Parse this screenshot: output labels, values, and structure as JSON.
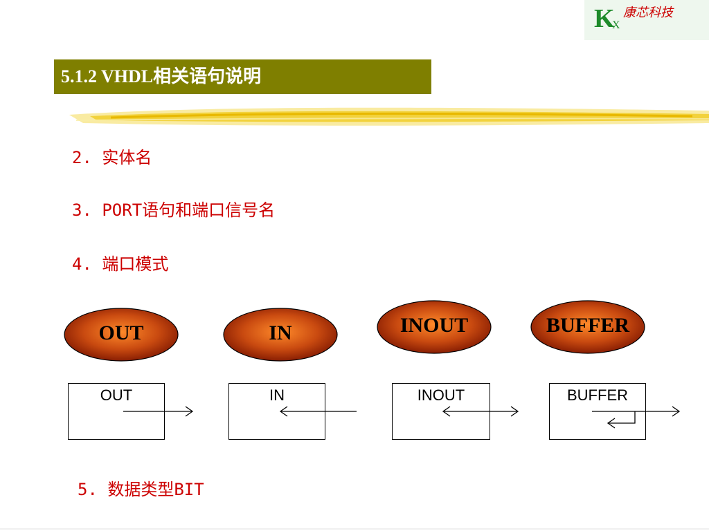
{
  "logo": {
    "letter_k": "K",
    "letter_x": "X",
    "company": "康芯科技"
  },
  "title": "5.1.2  VHDL相关语句说明",
  "items": [
    "2.  实体名",
    "3.  PORT语句和端口信号名",
    "4.  端口模式"
  ],
  "modes": [
    "OUT",
    "IN",
    "INOUT",
    "BUFFER"
  ],
  "boxes": [
    "OUT",
    "IN",
    "INOUT",
    "BUFFER"
  ],
  "item5": "5.  数据类型BIT",
  "colors": {
    "title_bg": "#7f7f00",
    "item_text": "#cc0000",
    "oval_center": "#ff8a2a",
    "oval_edge": "#7a1400",
    "brush": "#f2d23c",
    "logo_k": "#1d8a2a"
  }
}
